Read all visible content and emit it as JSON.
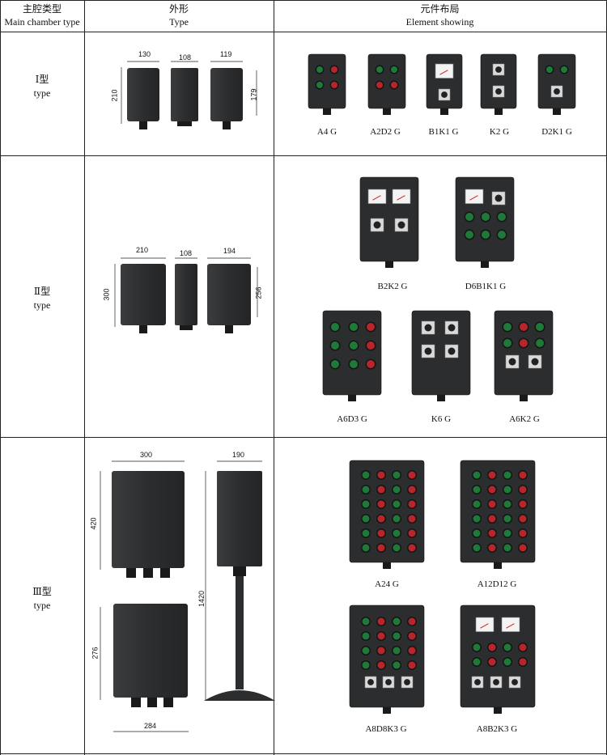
{
  "header": {
    "col1_cn": "主腔类型",
    "col1_en": "Main chamber type",
    "col2_cn": "外形",
    "col2_en": "Type",
    "col3_cn": "元件布局",
    "col3_en": "Element showing"
  },
  "rows": [
    {
      "type_cn": "Ⅰ型",
      "type_en": "type",
      "dims": [
        "130",
        "108",
        "119",
        "210",
        "179"
      ],
      "elements": [
        "A4 G",
        "A2D2 G",
        "B1K1 G",
        "K2 G",
        "D2K1 G"
      ]
    },
    {
      "type_cn": "Ⅱ型",
      "type_en": "type",
      "dims": [
        "210",
        "108",
        "194",
        "300",
        "256"
      ],
      "elements": [
        "B2K2 G",
        "D6B1K1 G",
        "A6D3 G",
        "K6 G",
        "A6K2 G"
      ]
    },
    {
      "type_cn": "Ⅲ型",
      "type_en": "type",
      "dims": [
        "300",
        "190",
        "420",
        "1420",
        "276",
        "284"
      ],
      "elements": [
        "A24 G",
        "A12D12 G",
        "A8D8K3 G",
        "A8B2K3 G"
      ]
    }
  ],
  "colors": {
    "enclosure": "#2b2d2f",
    "button_green": "#1f7a3a",
    "button_red": "#b8262b",
    "switch_face": "#d9d9d9"
  }
}
